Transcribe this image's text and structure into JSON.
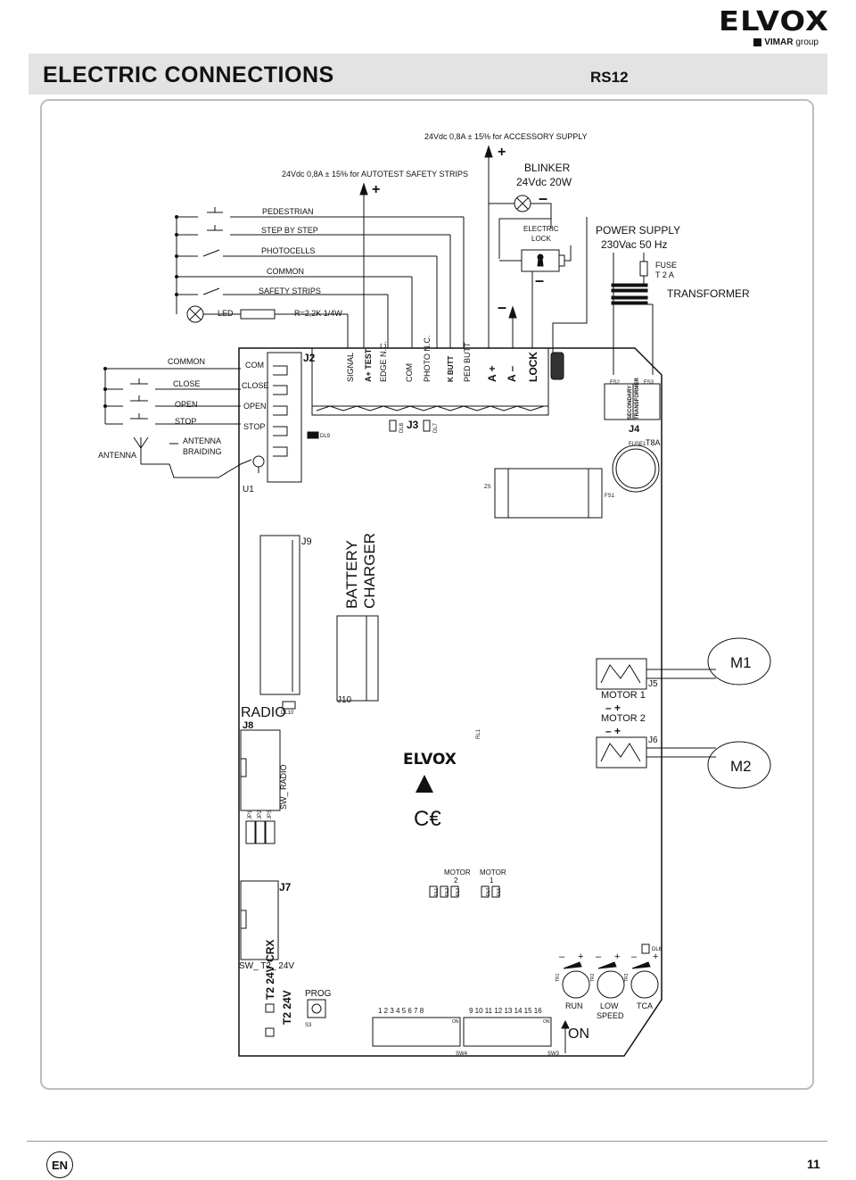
{
  "brand": {
    "name": "ELVOX",
    "sub": "VIMAR",
    "sub_group": "group"
  },
  "header": {
    "title": "ELECTRIC CONNECTIONS",
    "model": "RS12"
  },
  "top": {
    "acc_supply": "24Vdc 0,8A ± 15% for ACCESSORY SUPPLY",
    "autotest_supply": "24Vdc 0,8A ± 15% for AUTOTEST SAFETY STRIPS",
    "blinker": "BLINKER",
    "blinker_spec": "24Vdc 20W",
    "electric": "ELECTRIC",
    "lock": "LOCK",
    "power_supply": "POWER SUPPLY",
    "power_spec": "230Vac 50 Hz",
    "fuse": "FUSE",
    "fuse_spec": "T 2 A",
    "transformer": "TRANSFORMER",
    "plus": "+",
    "minus": "–"
  },
  "inputs": {
    "pedestrian": "PEDESTRIAN",
    "step_by_step": "STEP BY STEP",
    "photocells": "PHOTOCELLS",
    "common": "COMMON",
    "safety_strips": "SAFETY STRIPS",
    "led": "LED",
    "resistor": "R=2,2K 1/4W"
  },
  "left_side": {
    "common": "COMMON",
    "close": "CLOSE",
    "open": "OPEN",
    "stop": "STOP",
    "antenna_braiding_1": "ANTENNA",
    "antenna_braiding_2": "BRAIDING",
    "antenna": "ANTENNA"
  },
  "board": {
    "u1_labels": [
      "COM",
      "CLOSE",
      "OPEN",
      "STOP"
    ],
    "j2": "J2",
    "j2_terminals": [
      "SIGNAL",
      "A+ TEST",
      "EDGE N.C.",
      "COM",
      "PHOTO N.C.",
      "K BUTT",
      "PED BUTT",
      "A +",
      "A –",
      "LOCK"
    ],
    "dl9": "DL9",
    "dl8": "DL8",
    "dl7": "DL7",
    "j3": "J3",
    "u1": "U1",
    "fs2": "FS2",
    "fs3": "FS3",
    "secondary_transformer_1": "SECONDARY",
    "secondary_transformer_2": "TRANSFORMER",
    "j4": "J4",
    "fuse1": "FUSE1",
    "t8a": "T8A",
    "zs": "ZS",
    "fs1": "FS1",
    "j9": "J9",
    "battery": "BATTERY",
    "charger": "CHARGER",
    "j10": "J10",
    "radio": "RADIO",
    "dl10": "DL10",
    "j8": "J8",
    "jp_labels": [
      "JP1",
      "JP2",
      "JP3"
    ],
    "sw_radio": "SW_ RADIO",
    "rl1": "RL1",
    "j5": "J5",
    "motor1": "MOTOR 1",
    "motor2": "MOTOR 2",
    "polarity": "–    +",
    "j6": "J6",
    "m1": "M1",
    "m2": "M2",
    "motor_leds_2": "MOTOR",
    "motor_leds_2n": "2",
    "motor_leds_1": "MOTOR",
    "motor_leds_1n": "1",
    "dl_labels": [
      "DL1",
      "DL2",
      "DL3",
      "DL4",
      "DL5"
    ],
    "j7": "J7",
    "sw_t2": "SW_ T2_ 24V",
    "t2_crx": "T2 24V CRX",
    "t2_24v": "T2 24V",
    "prog": "PROG",
    "s3": "S3",
    "sw4_nums": "1  2  3  4  5  6  7  8",
    "sw3_nums": "9  10  11  12  13  14  15  16",
    "on": "ON",
    "sw4": "SW4",
    "sw3": "SW3",
    "on_big": "ON",
    "dl6": "DL6",
    "trimmers": [
      "TR1",
      "TR2",
      "TR3"
    ],
    "run": "RUN",
    "low": "LOW",
    "speed": "SPEED",
    "tca": "TCA"
  },
  "footer": {
    "lang": "EN",
    "page": "11"
  }
}
